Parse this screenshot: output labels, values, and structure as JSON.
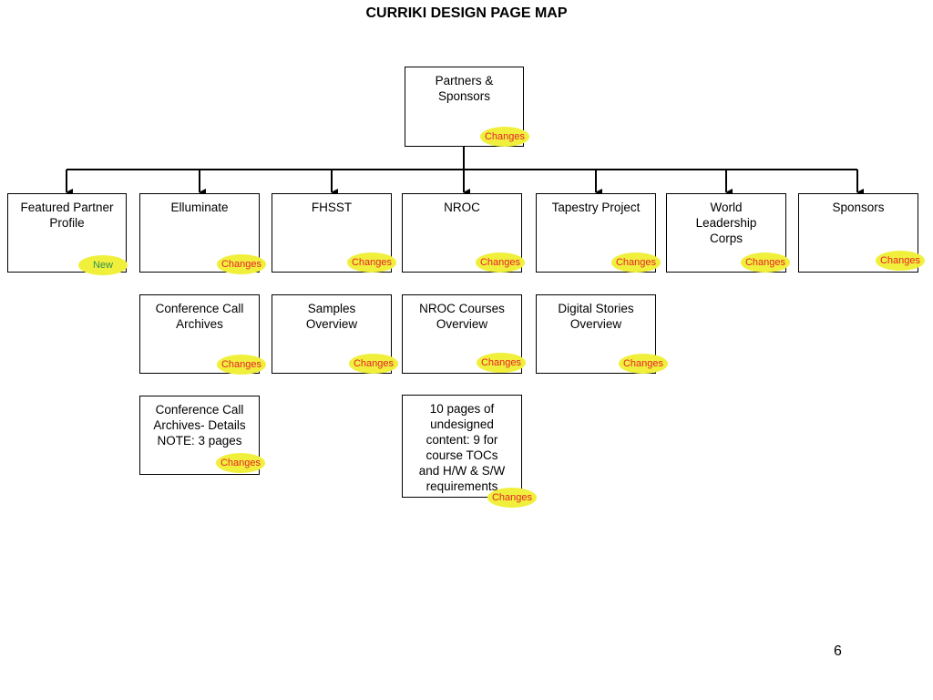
{
  "title": "CURRIKI DESIGN PAGE MAP",
  "page_number": "6",
  "colors": {
    "tag_fill": "#f0f03c",
    "changes_text": "#e8202a",
    "new_text": "#2f8f4f"
  },
  "nodes": {
    "partners": {
      "label": "Partners &\nSponsors",
      "tag": "Changes"
    },
    "featured": {
      "label": "Featured Partner\nProfile",
      "tag": "New"
    },
    "elluminate": {
      "label": "Elluminate",
      "tag": "Changes"
    },
    "fhsst": {
      "label": "FHSST",
      "tag": "Changes"
    },
    "nroc": {
      "label": "NROC",
      "tag": "Changes"
    },
    "tapestry": {
      "label": "Tapestry Project",
      "tag": "Changes"
    },
    "world": {
      "label": "World\nLeadership\nCorps",
      "tag": "Changes"
    },
    "sponsors": {
      "label": "Sponsors",
      "tag": "Changes"
    },
    "conf_archives": {
      "label": "Conference Call\nArchives",
      "tag": "Changes"
    },
    "samples": {
      "label": "Samples\nOverview",
      "tag": "Changes"
    },
    "nroc_courses": {
      "label": "NROC Courses\nOverview",
      "tag": "Changes"
    },
    "digital_stories": {
      "label": "Digital Stories\nOverview",
      "tag": "Changes"
    },
    "conf_details": {
      "label": "Conference Call\nArchives- Details\nNOTE: 3 pages",
      "tag": "Changes"
    },
    "ten_pages": {
      "label": "10 pages of\nundesigned\ncontent: 9 for\ncourse TOCs\nand H/W & S/W\nrequirements",
      "tag": "Changes"
    }
  }
}
